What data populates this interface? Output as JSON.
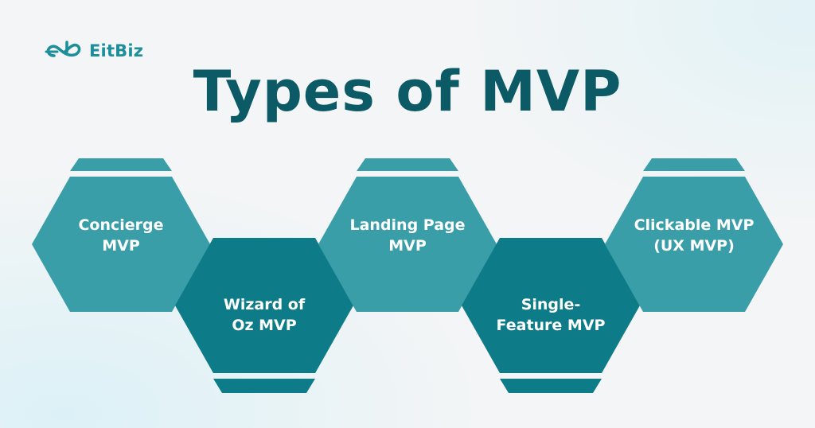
{
  "brand": {
    "logo_text": "EitBiz",
    "logo_icon": "eb-infinity-logo-icon",
    "color": "#1c8f9b"
  },
  "title": "Types of MVP",
  "colors": {
    "title": "#0b5a66",
    "hex_light": "#3a9ea8",
    "hex_dark": "#0e7c88",
    "label": "#ffffff",
    "background": "#f3f5f6"
  },
  "mvp_types": [
    {
      "label": "Concierge\nMVP",
      "row": "top",
      "shade": "light"
    },
    {
      "label": "Wizard of\nOz MVP",
      "row": "bottom",
      "shade": "dark"
    },
    {
      "label": "Landing Page\nMVP",
      "row": "top",
      "shade": "light"
    },
    {
      "label": "Single-\nFeature MVP",
      "row": "bottom",
      "shade": "dark"
    },
    {
      "label": "Clickable MVP\n(UX MVP)",
      "row": "top",
      "shade": "light"
    }
  ]
}
